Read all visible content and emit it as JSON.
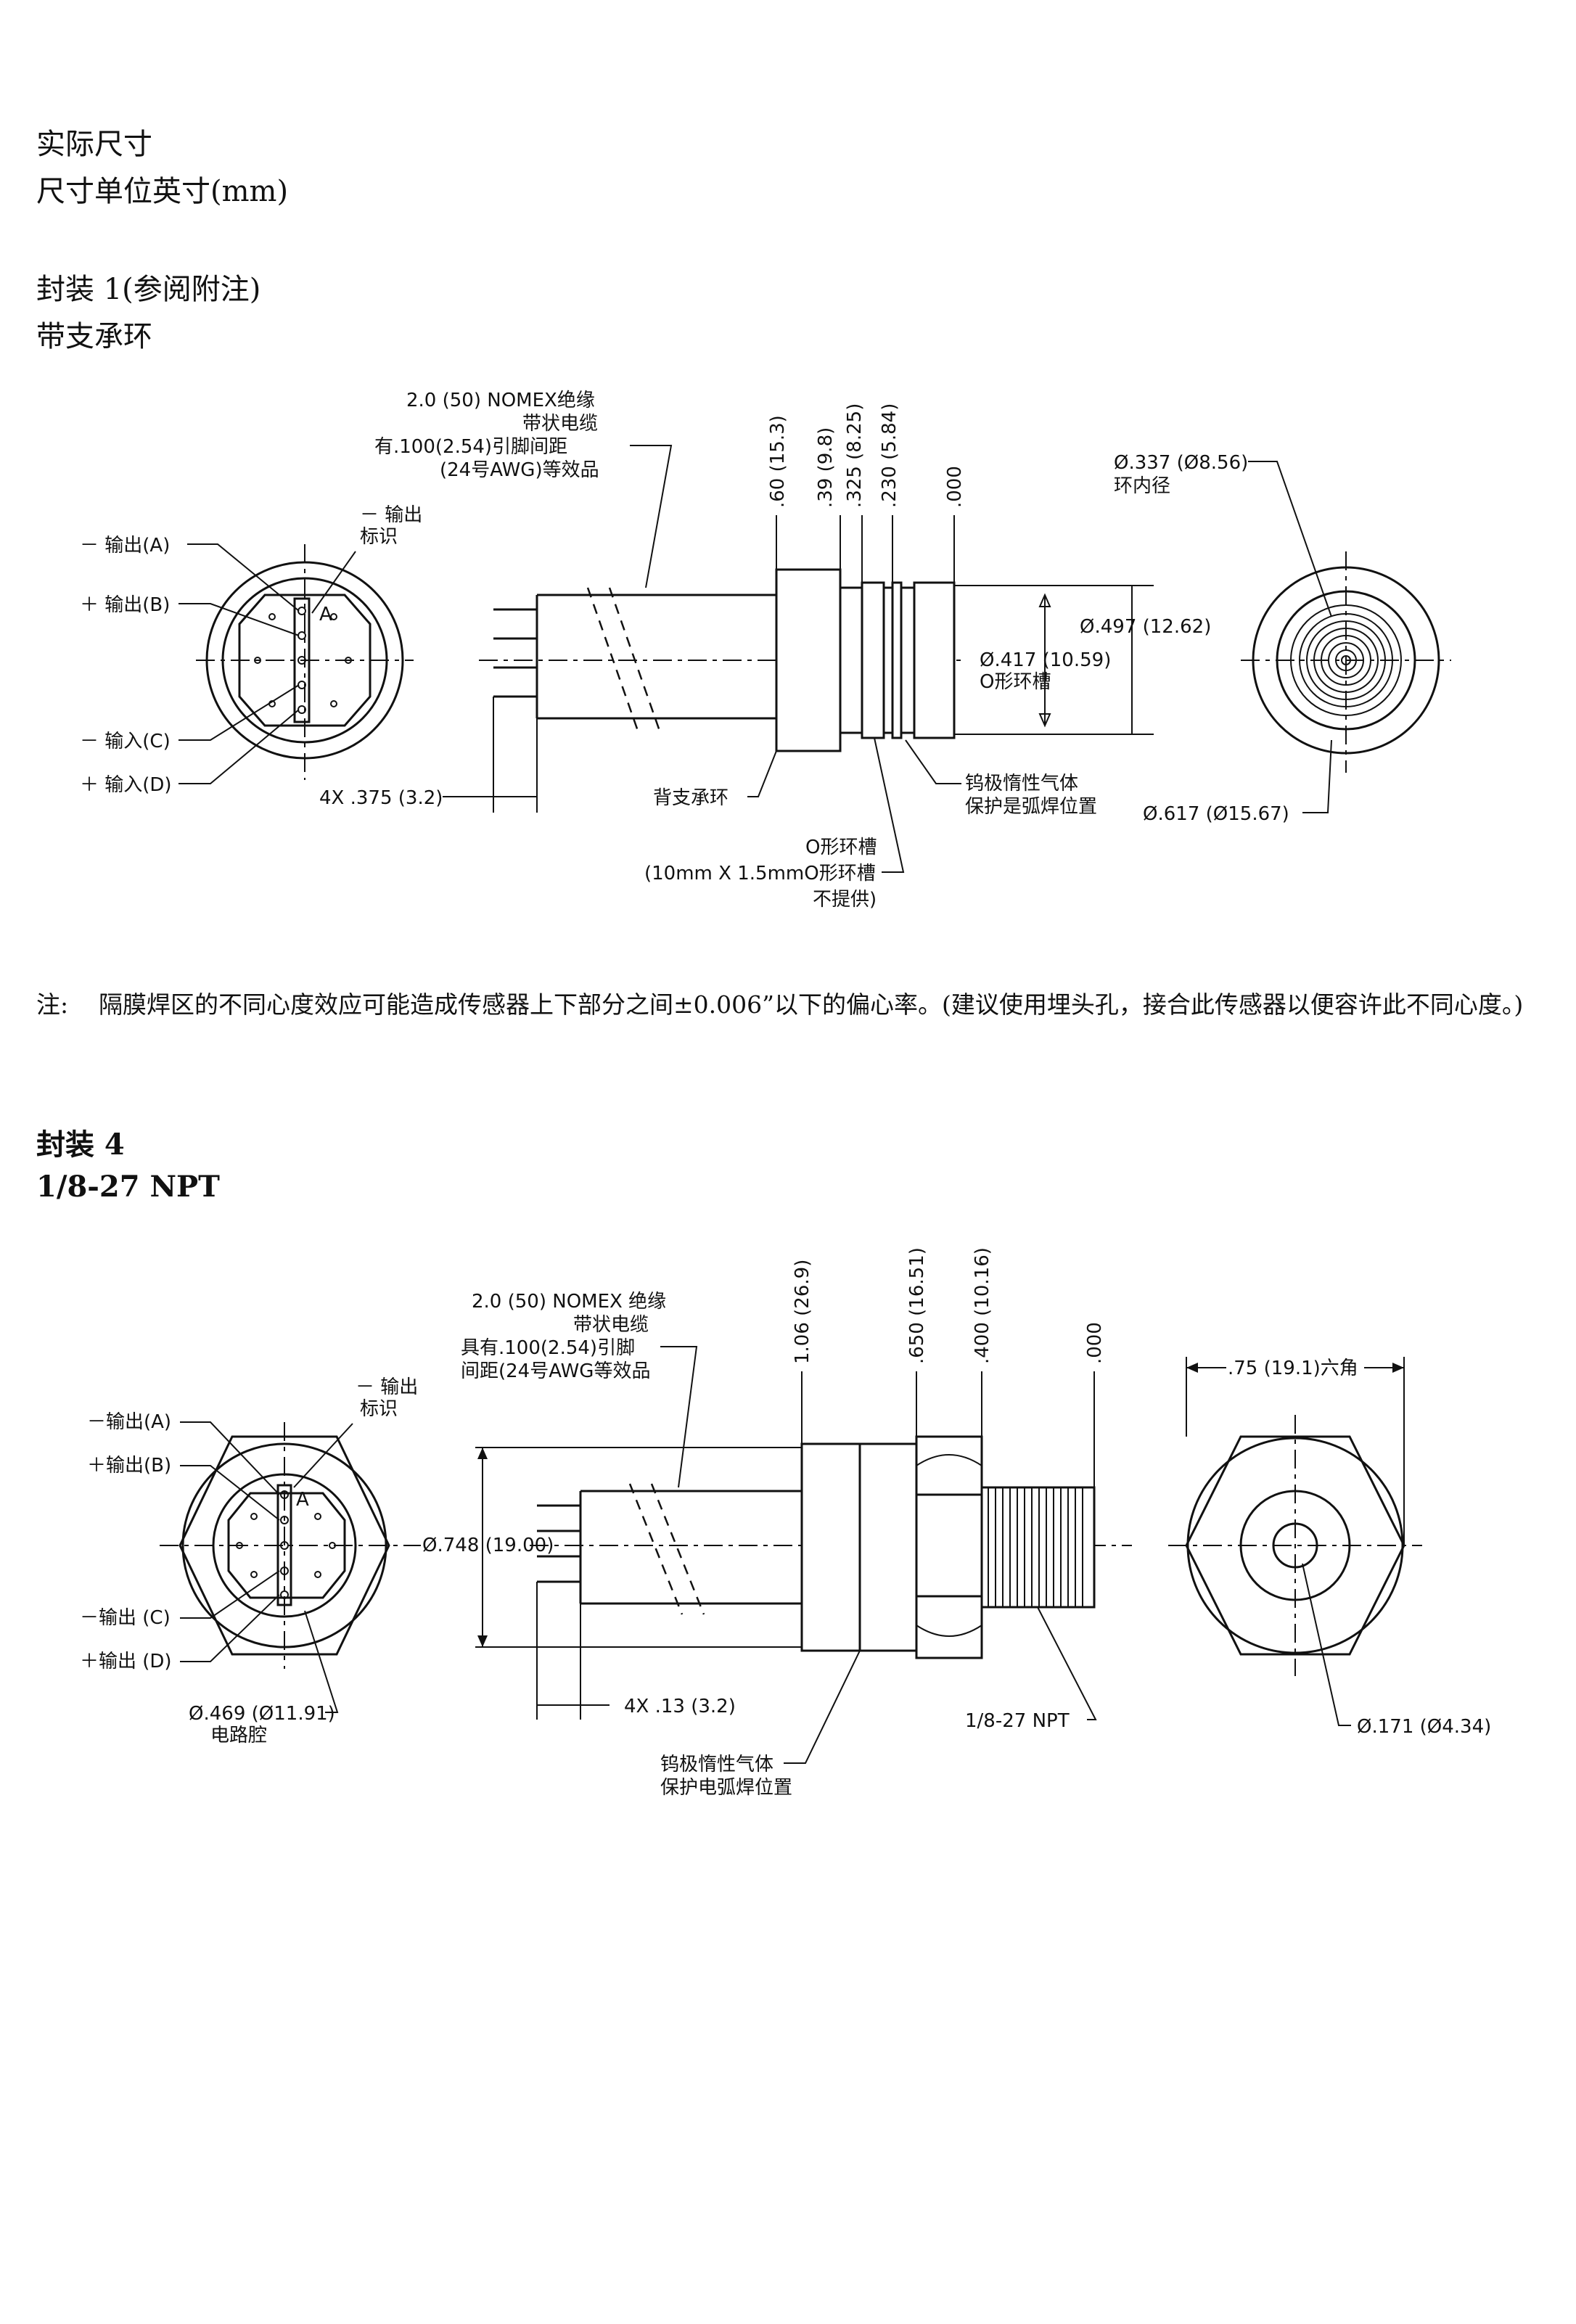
{
  "header": {
    "line1": "实际尺寸",
    "line2": "尺寸单位英寸(mm)"
  },
  "package1": {
    "title": "封装 1(参阅附注)",
    "subtitle": "带支承环",
    "cable": [
      "2.0 (50) NOMEX绝缘",
      "带状电缆",
      "有.100(2.54)引脚间距",
      "(24号AWG)等效品"
    ],
    "pins": {
      "out_minus": "－ 输出(A)",
      "out_plus": "＋ 输出(B)",
      "in_minus": "－ 输入(C)",
      "in_plus": "＋ 输入(D)",
      "marker": [
        "－ 输出",
        "标识"
      ],
      "letter": "A"
    },
    "pin_len": "4X .375 (3.2)",
    "dims_vertical": [
      ".60 (15.3)",
      ".39 (9.8)",
      ".325 (8.25)",
      ".230 (5.84)",
      ".000"
    ],
    "dia_outer": "Ø.497 (12.62)",
    "dia_groove": "Ø.417 (10.59)",
    "groove_label": "O形环槽",
    "back_ring": "背支承环",
    "weld": [
      "钨极惰性气体",
      "保护是弧焊位置"
    ],
    "oring": [
      "O形环槽",
      "(10mm X 1.5mmO形环槽",
      "不提供)"
    ],
    "ring_id": [
      "Ø.337 (Ø8.56)",
      "环内径"
    ],
    "dia_end": "Ø.617 (Ø15.67)"
  },
  "note": {
    "label": "注:",
    "text": "隔膜焊区的不同心度效应可能造成传感器上下部分之间±0.006”以下的偏心率。(建议使用埋头孔，接合此传感器以便容许此不同心度。)"
  },
  "package4": {
    "title": "封装 4",
    "subtitle": "1/8-27 NPT",
    "cable": [
      "2.0 (50) NOMEX 绝缘",
      "带状电缆",
      "具有.100(2.54)引脚",
      "间距(24号AWG等效品"
    ],
    "pins": {
      "out_minus": "－输出(A)",
      "out_plus": "＋输出(B)",
      "in_minus": "－输出 (C)",
      "in_plus": "＋输出 (D)",
      "marker": [
        "－ 输出",
        "标识"
      ],
      "letter": "A"
    },
    "cavity": [
      "Ø.469 (Ø11.91)",
      "电路腔"
    ],
    "dims_vertical": [
      "1.06 (26.9)",
      ".650 (16.51)",
      ".400 (10.16)",
      ".000"
    ],
    "dia_body": "Ø.748 (19.00)",
    "pin_len": "4X .13 (3.2)",
    "thread": "1/8-27 NPT",
    "weld": [
      "钨极惰性气体",
      "保护电弧焊位置"
    ],
    "hex": ".75 (19.1)六角",
    "port": "Ø.171 (Ø4.34)"
  }
}
